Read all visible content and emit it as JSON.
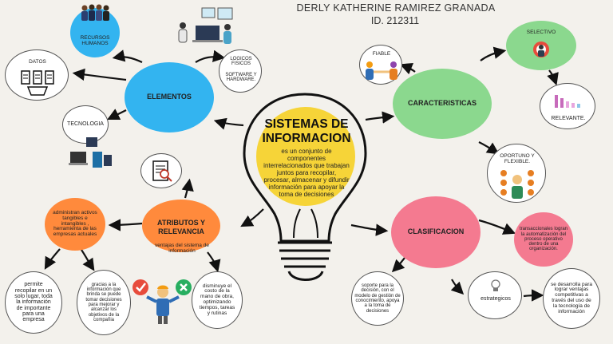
{
  "header": {
    "author": "DERLY KATHERINE RAMIREZ GRANADA",
    "id": "ID. 212311"
  },
  "center": {
    "title": "SISTEMAS DE INFORMACION",
    "description": "es un conjunto de componentes interrelacionados que trabajan juntos para recopilar, procesar, almacenar y difundir información para apoyar la toma de decisiones"
  },
  "elementos": {
    "title": "ELEMENTOS",
    "recursos": "RECURSOS HUMANOS",
    "datos": "DATOS",
    "logicos": "LOGICOS FISICOS",
    "software": "SOFTWARE Y HARDWARE.",
    "tecnologia": "TECNOLOGIA"
  },
  "atributos": {
    "title": "ATRIBUTOS Y RELEVANCIA",
    "subtitle": "ventajas del sistema de información",
    "administran": "administran activos tangibles e intangibles , herramienta de las empresas actuales",
    "permite": "permite recopilar en un solo lugar, toda la información de importante para una empresa",
    "gracias": "gracias a la información que brinda se puede tomar decisiones para mejorar y alcanzar los objetivos de la compañia",
    "disminuye": "disminuye el costo de la mano de obra, optimizando tiempos, tareas y rutinas"
  },
  "caracteristicas": {
    "title": "CARACTERISTICAS",
    "fiable": "FIABLE",
    "selectivo": "SELECTIVO",
    "relevante": "RELEVANTE.",
    "oportuno": "OPORTUNO Y FLEXIBLE."
  },
  "clasificacion": {
    "title": "CLASIFICACION",
    "transaccionales": "transaccionales logran la automatización del proceso operativo dentro de una organización.",
    "soporte": "soporte para la decisión, con el modelo de gestión de conocimiento, apoya a la toma de decisiones",
    "estrategicos": "estrategicos",
    "desarrolla": "se desarrolla para lograr ventajas competitivas a través del uso de la tecnología de información"
  },
  "colors": {
    "blue": "#33b4f0",
    "orange": "#ff8a3c",
    "green": "#8bd88e",
    "pink": "#f47a90",
    "yellow": "#f6d438",
    "background": "#f3f1ec"
  }
}
